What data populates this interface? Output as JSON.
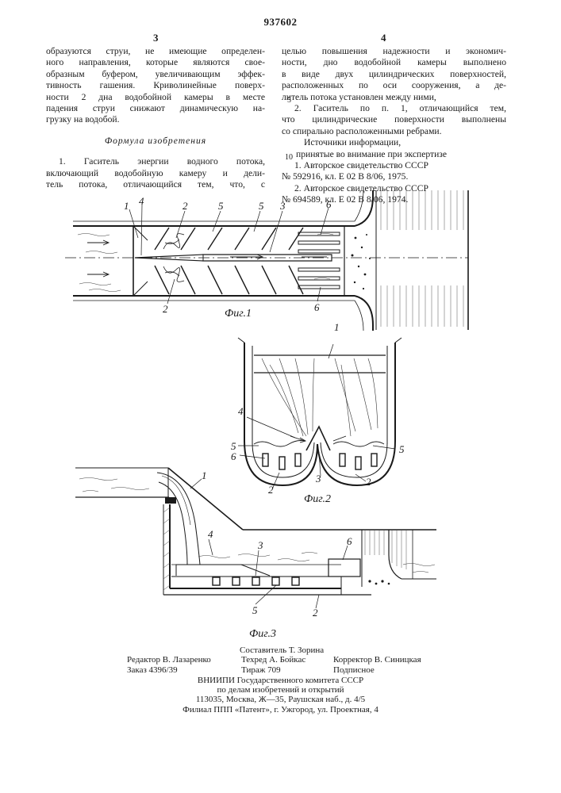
{
  "document": {
    "patent_number": "937602",
    "left_column_number": "3",
    "right_column_number": "4"
  },
  "left_column": {
    "continuation_lines": [
      "образуются струи, не имеющие определен-",
      "ного направления, которые являются свое-",
      "образным буфером, увеличивающим эффек-",
      "тивность гашения. Криволинейные поверх-",
      "ности 2 дна водобойной камеры в месте",
      "падения струи снижают динамическую на-",
      "грузку на водобой."
    ],
    "claims_heading": "Формула изобретения",
    "claim1_lines": [
      "1. Гаситель энергии водного потока,",
      "включающий водобойную камеру и дели-",
      "тель потока, отличающийся тем, что, с"
    ]
  },
  "right_column": {
    "claim1_cont_lines": [
      "целью повышения надежности и экономич-",
      "ности, дно водобойной камеры выполнено",
      "в виде двух цилиндрических поверхностей,",
      "расположенных по оси сооружения, а де-",
      "литель потока установлен между ними,"
    ],
    "claim2_lines": [
      "2. Гаситель по п. 1, отличающийся тем,",
      "что цилиндрические поверхности выполнены",
      "со спирально расположенными ребрами."
    ],
    "sources_heading_lines": [
      "Источники информации,",
      "принятые во внимание при экспертизе"
    ],
    "source1_lines": [
      "1. Авторское свидетельство СССР",
      "№ 592916, кл. Е 02 В 8/06, 1975."
    ],
    "source2_lines": [
      "2. Авторское свидетельство СССР",
      "№ 694589, кл. Е 02 В 8/06, 1974."
    ]
  },
  "line_numbers": [
    "5",
    "10"
  ],
  "figures": {
    "fig1": {
      "caption": "Фиг.1",
      "callouts": [
        "1",
        "4",
        "2",
        "5",
        "5",
        "3",
        "6",
        "2",
        "6"
      ]
    },
    "fig2": {
      "caption": "Фиг.2",
      "callouts": [
        "1",
        "4",
        "5",
        "6",
        "3",
        "5",
        "2",
        "2"
      ]
    },
    "fig3": {
      "caption": "Фиг.3",
      "callouts": [
        "1",
        "4",
        "3",
        "6",
        "5",
        "2"
      ]
    }
  },
  "footer": {
    "compiler": "Составитель Т. Зорина",
    "editor": "Редактор В. Лазаренко",
    "techred": "Техред А. Бойкас",
    "corrector": "Корректор В. Синицкая",
    "order": "Заказ 4396/39",
    "circulation": "Тираж 709",
    "subscription": "Подписное",
    "org_line1": "ВНИИПИ Государственного комитета СССР",
    "org_line2": "по делам изобретений и открытий",
    "address": "113035, Москва, Ж—35, Раушская наб., д. 4/5",
    "branch": "Филиал ППП «Патент», г. Ужгород, ул. Проектная, 4"
  }
}
